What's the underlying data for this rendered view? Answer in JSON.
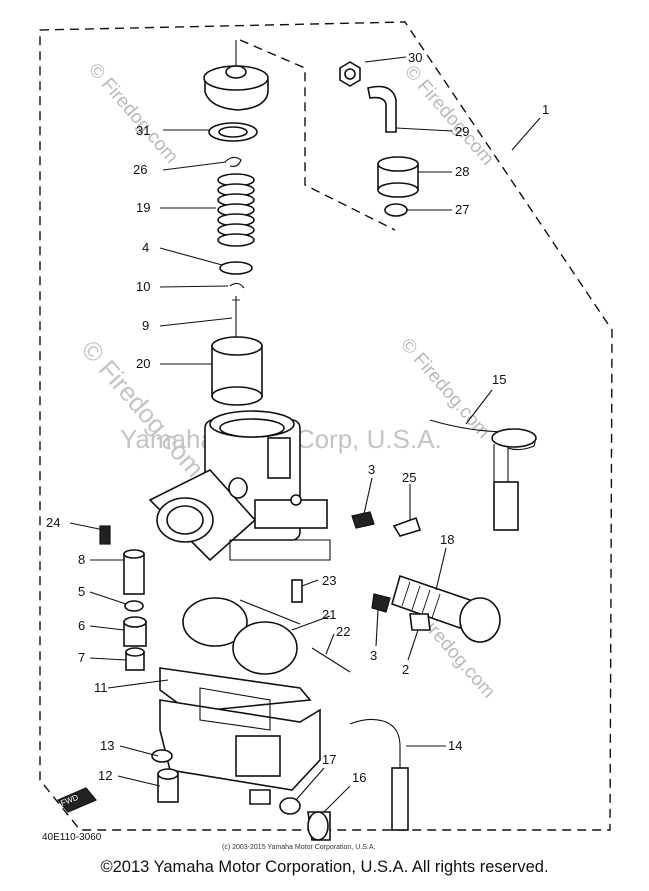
{
  "diagram": {
    "callouts": [
      "30",
      "29",
      "31",
      "26",
      "28",
      "27",
      "19",
      "4",
      "10",
      "9",
      "20",
      "15",
      "3",
      "25",
      "24",
      "18",
      "8",
      "23",
      "5",
      "21",
      "6",
      "22",
      "3",
      "2",
      "7",
      "11",
      "13",
      "14",
      "17",
      "12",
      "16",
      "1"
    ],
    "part_code": "40E110-3060",
    "small_copyright": "(c) 2003-2015 Yamaha Motor Corporation, U.S.A.",
    "watermark_center": "Yamaha Motor Corp, U.S.A.",
    "watermark_logo": "© Firedog.com",
    "watermark_logo_small": "© Firedog.com",
    "badge": "FWD"
  },
  "footer": {
    "copyright": "©2013 Yamaha Motor Corporation, U.S.A. All rights reserved."
  }
}
